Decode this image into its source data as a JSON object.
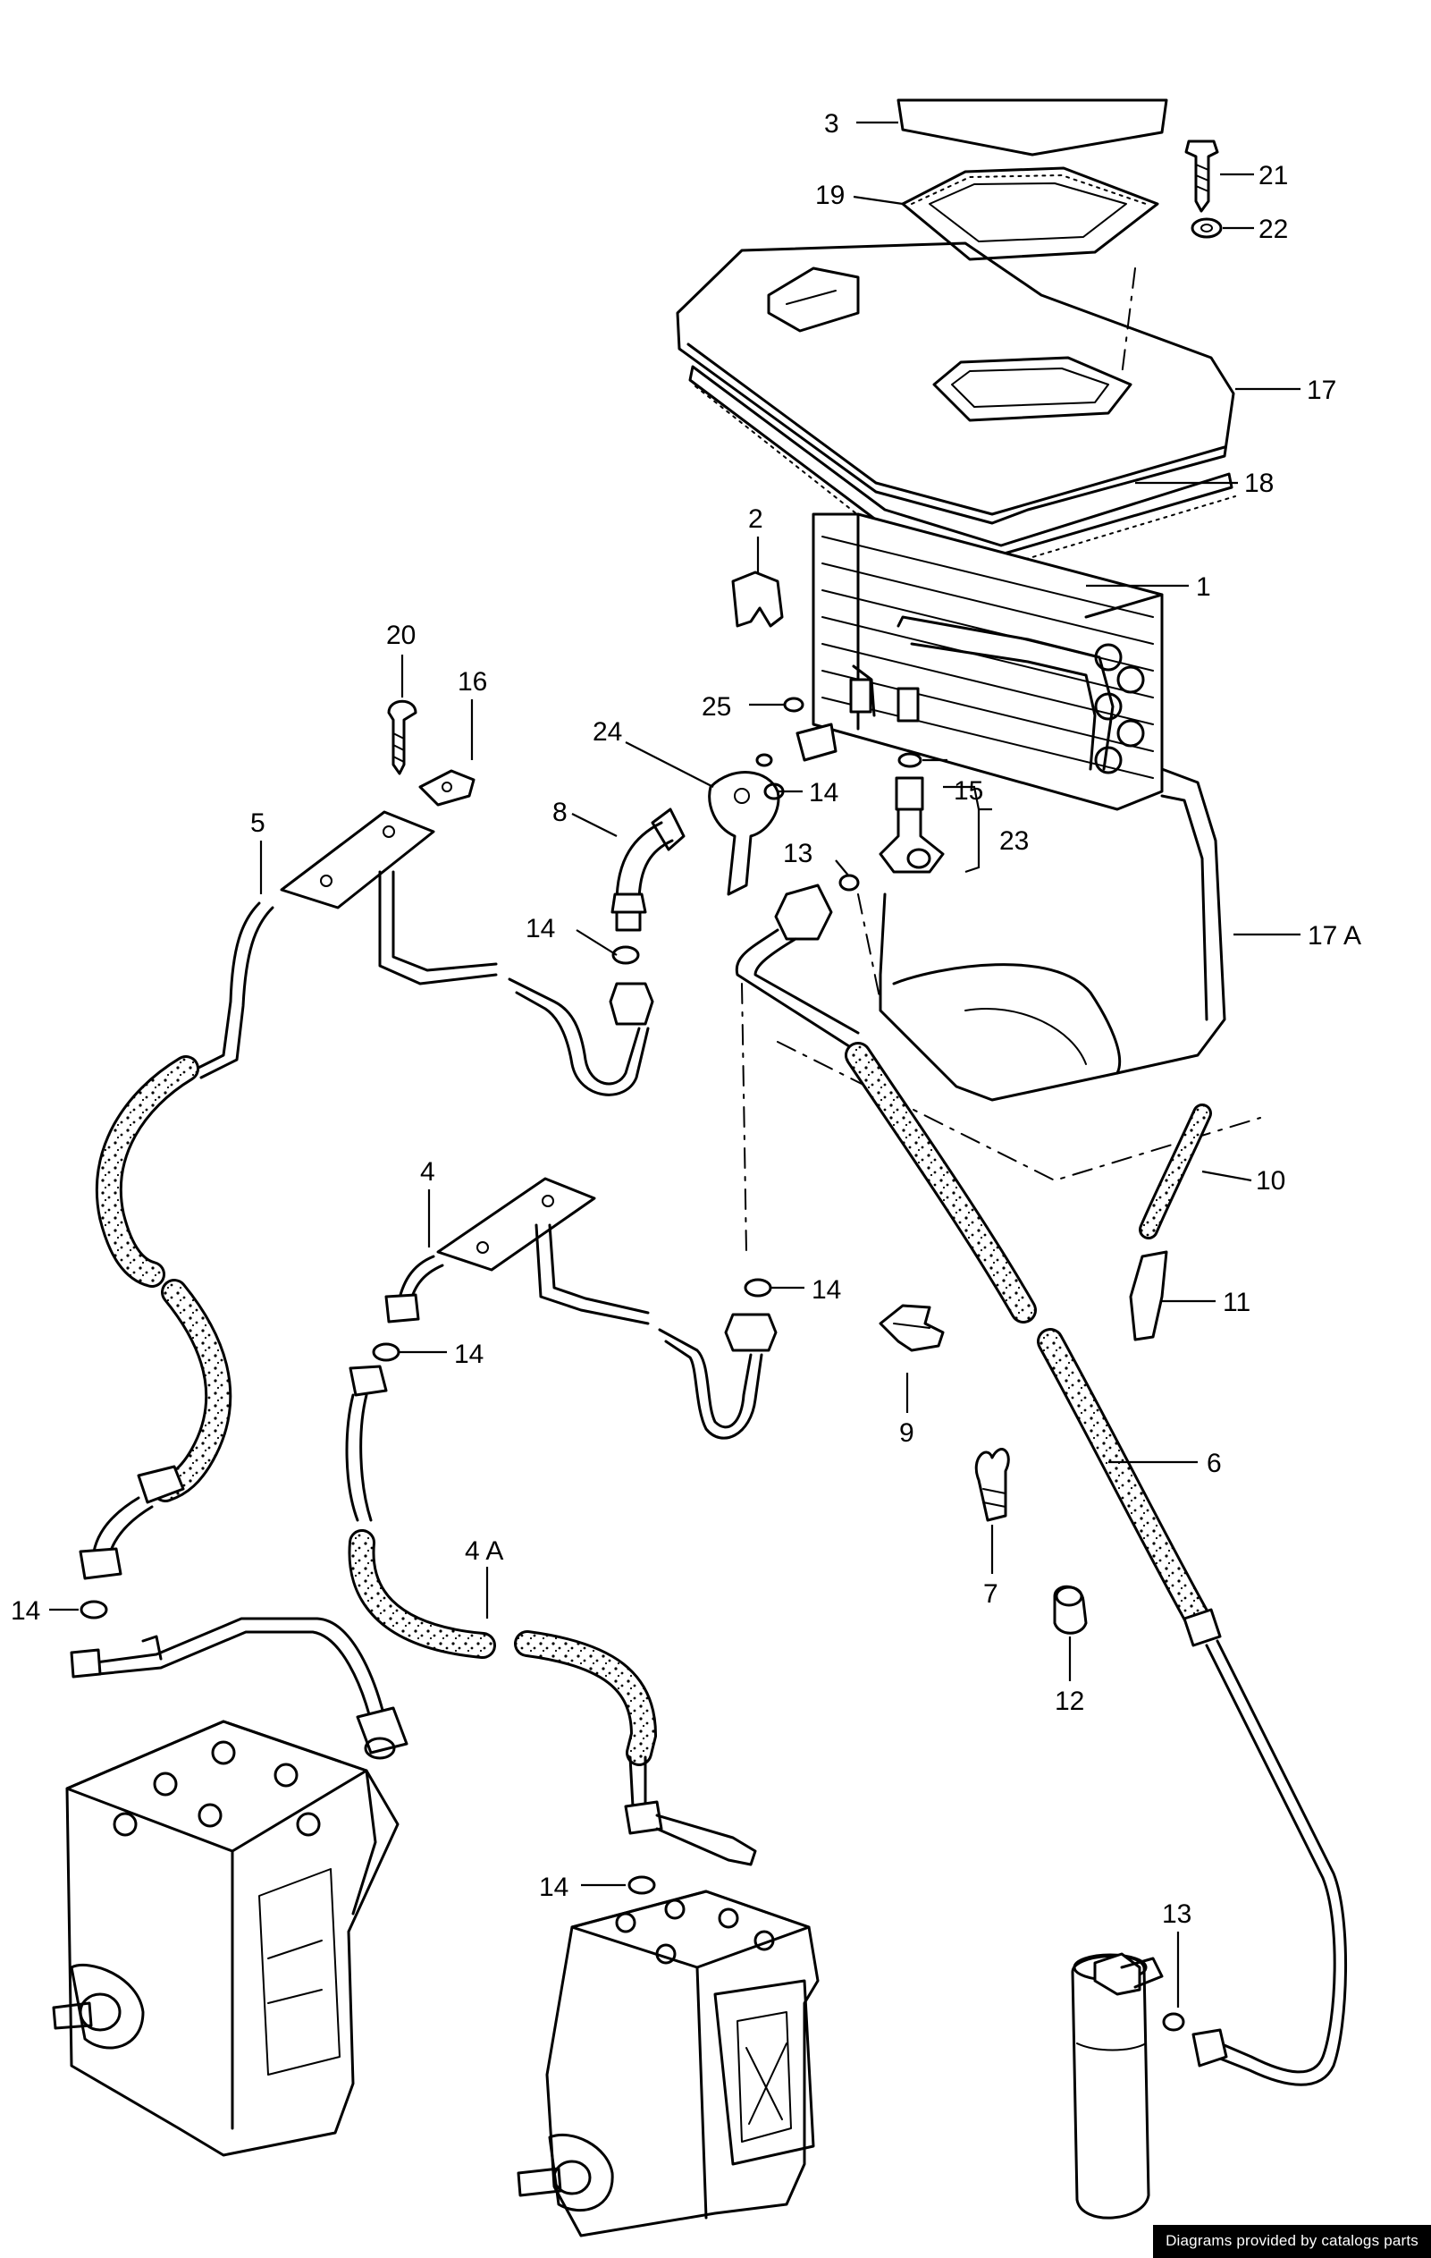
{
  "labels": {
    "l1": "1",
    "l2": "2",
    "l3": "3",
    "l4": "4",
    "l4A": "4 A",
    "l5": "5",
    "l6": "6",
    "l7": "7",
    "l8": "8",
    "l9": "9",
    "l10": "10",
    "l11": "11",
    "l12": "12",
    "l13a": "13",
    "l13b": "13",
    "l14a": "14",
    "l14b": "14",
    "l14c": "14",
    "l14d": "14",
    "l14e": "14",
    "l14f": "14",
    "l15": "15",
    "l16": "16",
    "l17": "17",
    "l17A": "17 A",
    "l18": "18",
    "l19": "19",
    "l20": "20",
    "l21": "21",
    "l22": "22",
    "l23": "23",
    "l24": "24",
    "l25": "25"
  },
  "credit": "Diagrams provided by catalogs parts",
  "colors": {
    "line": "#000000",
    "background": "#ffffff",
    "credit_bg": "#000000",
    "credit_text": "#ffffff"
  }
}
